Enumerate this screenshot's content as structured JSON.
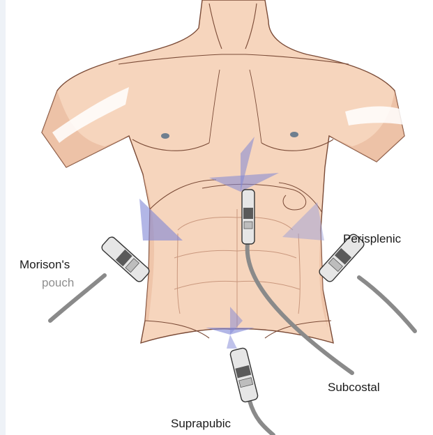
{
  "labels": {
    "morisons": "Morison's",
    "pouch": "pouch",
    "perisplenic": "Perisplenic",
    "subcostal": "Subcostal",
    "suprapubic": "Suprapubic"
  },
  "colors": {
    "skin": "#f6d5bd",
    "skin_shade": "#e8b598",
    "outline": "#7a4a36",
    "probe_beam": "#7f86d6",
    "probe_body": "#5a5a5a",
    "cable": "#8a8a8a",
    "nipple": "#6f7f8f"
  },
  "icons": [
    "ultrasound-probe-icon"
  ]
}
